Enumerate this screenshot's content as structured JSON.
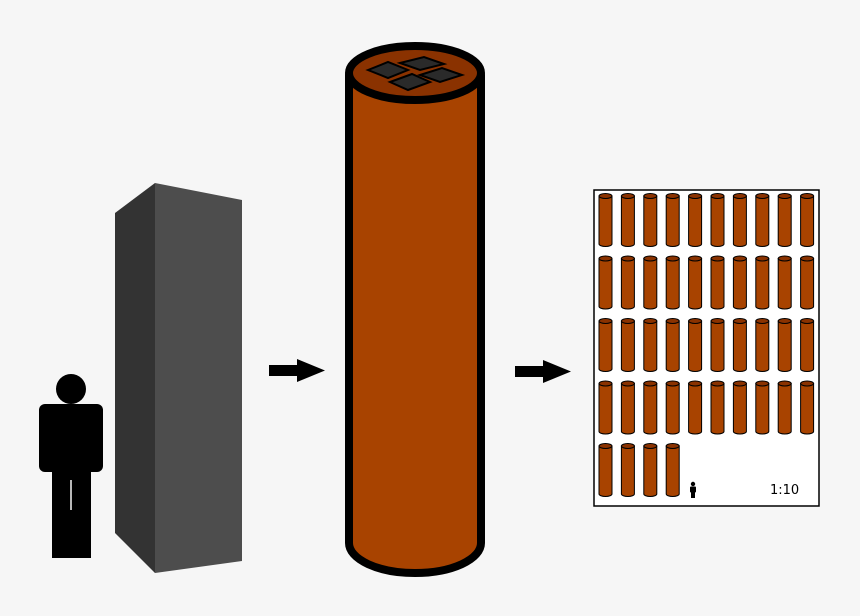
{
  "colors": {
    "background": "#f6f6f6",
    "pillar_front": "#4d4d4d",
    "pillar_side": "#333333",
    "cylinder_body": "#a84300",
    "cylinder_top": "#8a3200",
    "outline": "#000000",
    "panel_bg": "#ffffff"
  },
  "icons": {
    "person": "person-silhouette-icon",
    "arrow": "right-arrow-icon",
    "pillar": "gray-tower-shape",
    "cylinder": "rust-cylinder-shape"
  },
  "grid_panel": {
    "scale_label": "1:10",
    "rows": [
      10,
      10,
      10,
      10,
      4
    ]
  }
}
